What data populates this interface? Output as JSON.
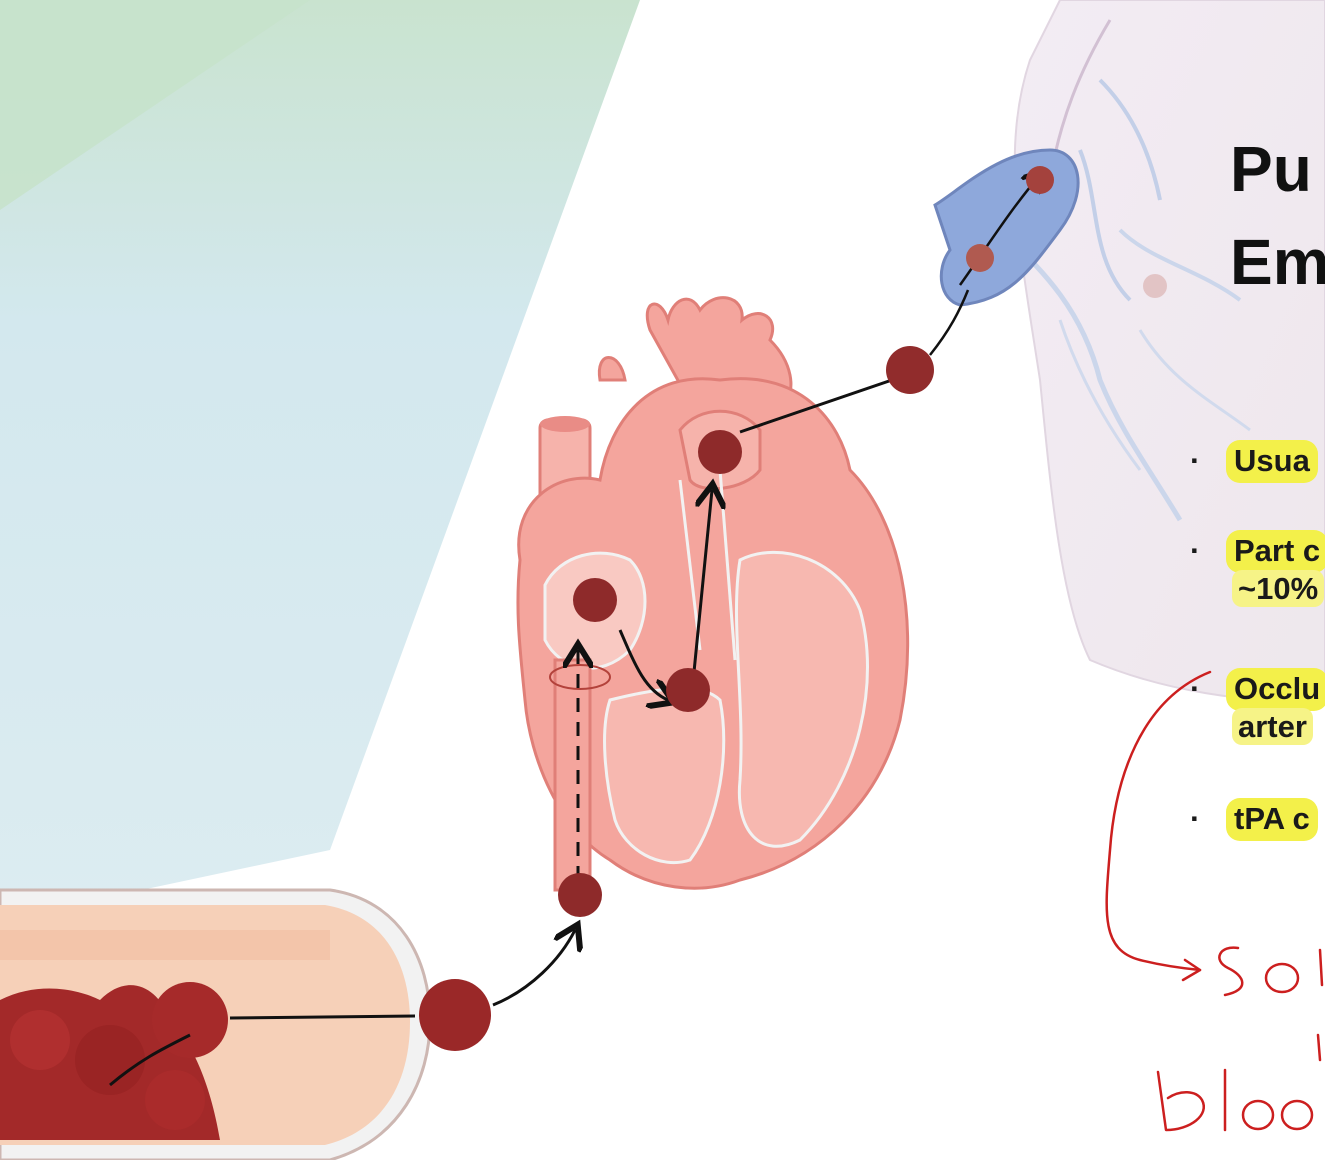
{
  "slide": {
    "title_lines": [
      "Pu",
      "Em"
    ],
    "bullets": [
      {
        "line1": "Usua",
        "line2": ""
      },
      {
        "line1": "Part c",
        "line2": "~10%"
      },
      {
        "line1": "Occlu",
        "line2": "arter"
      },
      {
        "line1": "tPA c",
        "line2": ""
      }
    ]
  },
  "annotation": {
    "ink_color": "#cc1f1f"
  },
  "colors": {
    "heart": "#f4a59d",
    "heart_dark": "#e07f78",
    "clot": "#9b2a2a",
    "lung": "#efe6ef",
    "vessel_blue": "#8fa6d6",
    "highlight": "#f3f04a",
    "bg_blue": "#d3e8ee",
    "bg_green": "#c9e3cf"
  }
}
